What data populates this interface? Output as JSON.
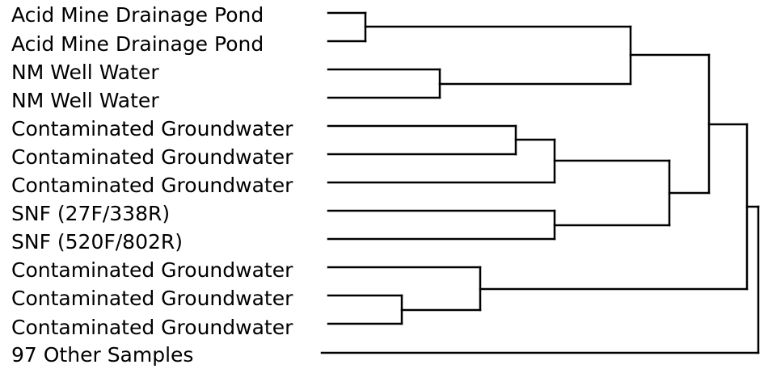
{
  "leaves": [
    "Acid Mine Drainage Pond",
    "Acid Mine Drainage Pond",
    "NM Well Water",
    "NM Well Water",
    "Contaminated Groundwater",
    "Contaminated Groundwater",
    "Contaminated Groundwater",
    "SNF (27F/338R)",
    "SNF (520F/802R)",
    "Contaminated Groundwater",
    "Contaminated Groundwater",
    "Contaminated Groundwater",
    "97 Other Samples"
  ]
}
